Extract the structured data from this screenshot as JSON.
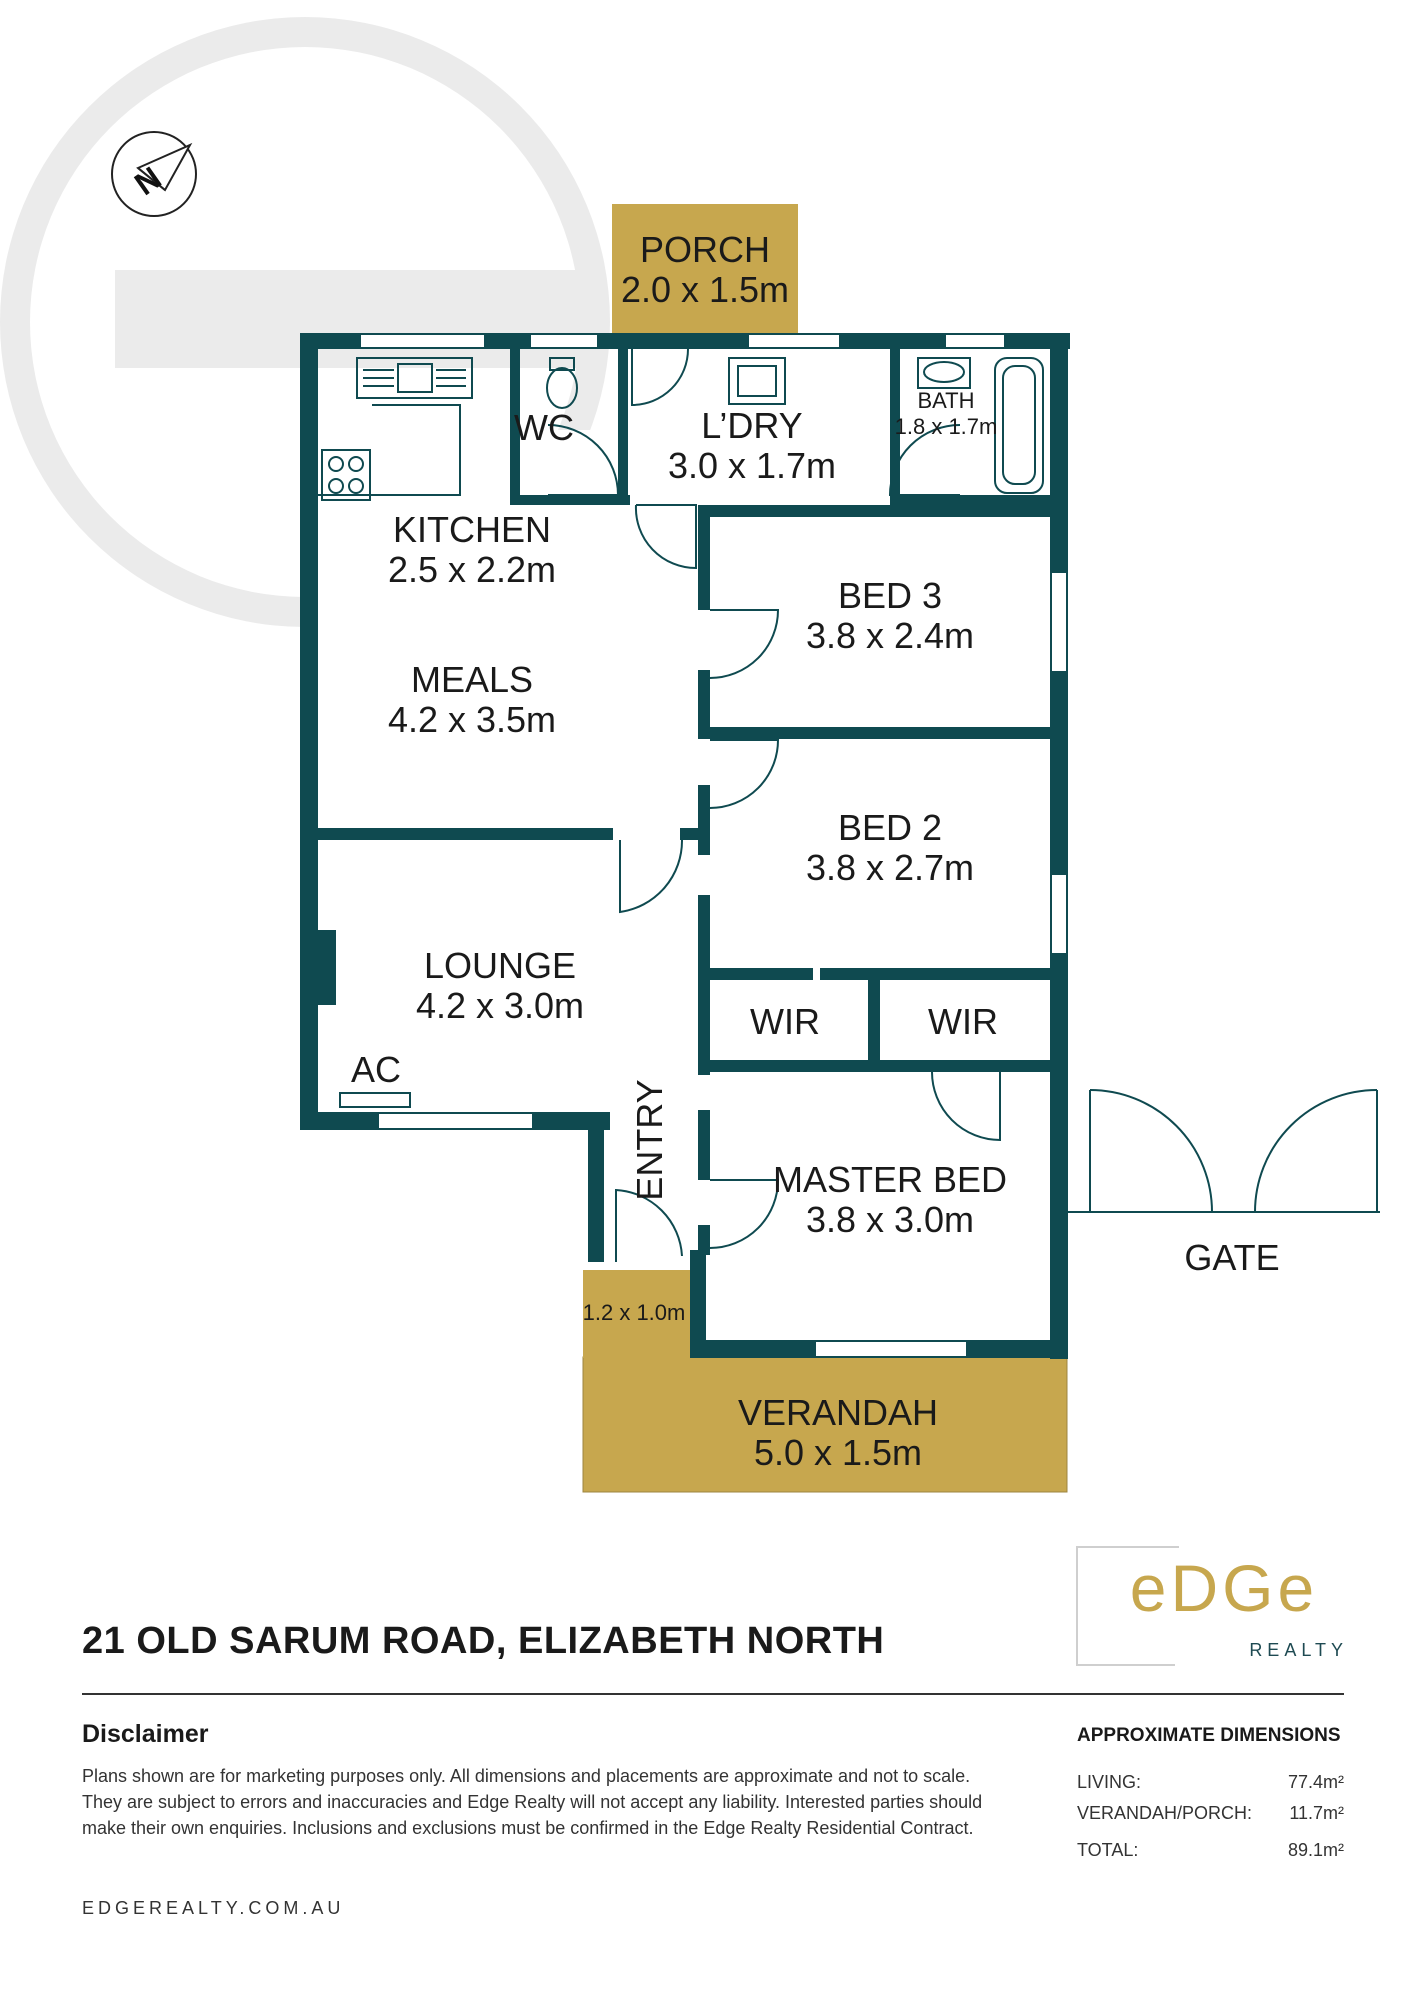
{
  "compass": {
    "label": "N"
  },
  "rooms": {
    "porch": {
      "name": "PORCH",
      "dims": "2.0 x 1.5m"
    },
    "wc": {
      "name": "WC"
    },
    "laundry": {
      "name": "L’DRY",
      "dims": "3.0 x 1.7m"
    },
    "bath": {
      "name": "BATH",
      "dims": "1.8 x 1.7m"
    },
    "kitchen": {
      "name": "KITCHEN",
      "dims": "2.5 x 2.2m"
    },
    "meals": {
      "name": "MEALS",
      "dims": "4.2 x 3.5m"
    },
    "bed3": {
      "name": "BED 3",
      "dims": "3.8 x 2.4m"
    },
    "bed2": {
      "name": "BED 2",
      "dims": "3.8 x 2.7m"
    },
    "lounge": {
      "name": "LOUNGE",
      "dims": "4.2 x 3.0m"
    },
    "ac": {
      "name": "AC"
    },
    "wir1": {
      "name": "WIR"
    },
    "wir2": {
      "name": "WIR"
    },
    "entry": {
      "name": "ENTRY"
    },
    "master": {
      "name": "MASTER BED",
      "dims": "3.8 x 3.0m"
    },
    "small_porch": {
      "dims": "1.2 x 1.0m"
    },
    "verandah": {
      "name": "VERANDAH",
      "dims": "5.0 x 1.5m"
    },
    "gate": {
      "name": "GATE"
    }
  },
  "colors": {
    "wall": "#0f4a50",
    "accent": "#c7a74e",
    "logo_bg": "#ebebeb"
  },
  "brand": {
    "word": "eDGe",
    "sub": "REALTY"
  },
  "address": "21 OLD SARUM ROAD, ELIZABETH NORTH",
  "disclaimer": {
    "title": "Disclaimer",
    "text": "Plans shown are for marketing purposes only. All dimensions and placements are approximate and not to scale. They are subject to errors and inaccuracies and Edge Realty will not accept any liability. Interested parties should make their own enquiries. Inclusions and exclusions must be confirmed in the Edge Realty Residential Contract."
  },
  "dimensions": {
    "title": "APPROXIMATE DIMENSIONS",
    "rows": [
      {
        "label": "LIVING:",
        "value": "77.4m²"
      },
      {
        "label": "VERANDAH/PORCH:",
        "value": "11.7m²"
      },
      {
        "label": "TOTAL:",
        "value": "89.1m²"
      }
    ]
  },
  "website": "EDGEREALTY.COM.AU"
}
